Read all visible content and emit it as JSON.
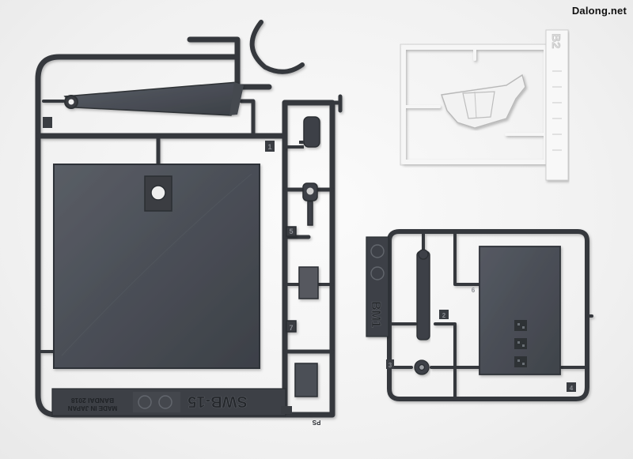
{
  "watermark": "Dalong.net",
  "runners": {
    "dark_large": {
      "color": "#3a3d42",
      "label_bandai": "BANDAI 2018",
      "label_made": "MADE IN JAPAN",
      "label_code": "SWB-15",
      "label_tag": "PS"
    },
    "white": {
      "color": "#f7f7f7",
      "label_tag": "B2"
    },
    "dark_small": {
      "color": "#3a3d42",
      "label_tag": "BM1"
    }
  },
  "part_numbers": [
    "1",
    "2",
    "3",
    "4",
    "5",
    "6",
    "7"
  ]
}
